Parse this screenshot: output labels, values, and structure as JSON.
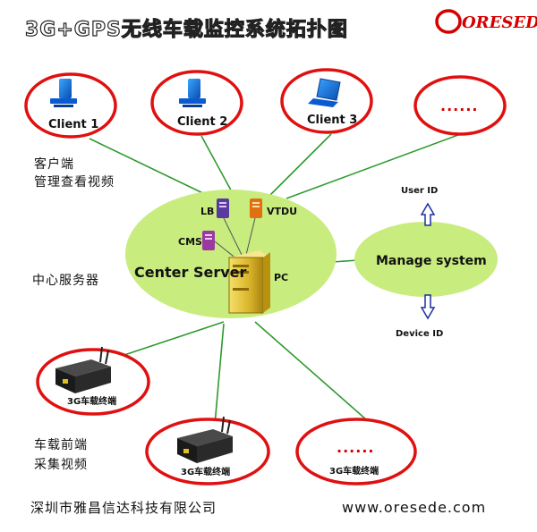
{
  "title": "3G+GPS无线车载监控系统拓扑图",
  "logo": "ORESEDE",
  "clients": [
    {
      "label": "Client 1",
      "icon": "desktop-computer-icon"
    },
    {
      "label": "Client 2",
      "icon": "desktop-computer-icon"
    },
    {
      "label": "Client 3",
      "icon": "laptop-icon"
    },
    {
      "label": "......",
      "icon": ""
    }
  ],
  "client_side_label": [
    "客户端",
    "管理查看视频"
  ],
  "server": {
    "lb": "LB",
    "vtdu": "VTDU",
    "cms": "CMS",
    "center": "Center Server",
    "pc": "PC"
  },
  "server_side_label": "中心服务器",
  "manage": {
    "label": "Manage system",
    "user_id": "User ID",
    "device_id": "Device ID"
  },
  "terminals": [
    {
      "label": "3G车载终端"
    },
    {
      "label": "3G车载终端"
    },
    {
      "label": "3G车载终端",
      "dots": "......"
    }
  ],
  "terminal_side_label": [
    "车载前端",
    "采集视频"
  ],
  "footer": {
    "company": "深圳市雅昌信达科技有限公司",
    "website": "www.oresede.com"
  },
  "colors": {
    "ellipse_border": "#e01010",
    "server_fill": "#c8ec7e",
    "link": "#2e9a2e",
    "dots": "#d40000"
  }
}
